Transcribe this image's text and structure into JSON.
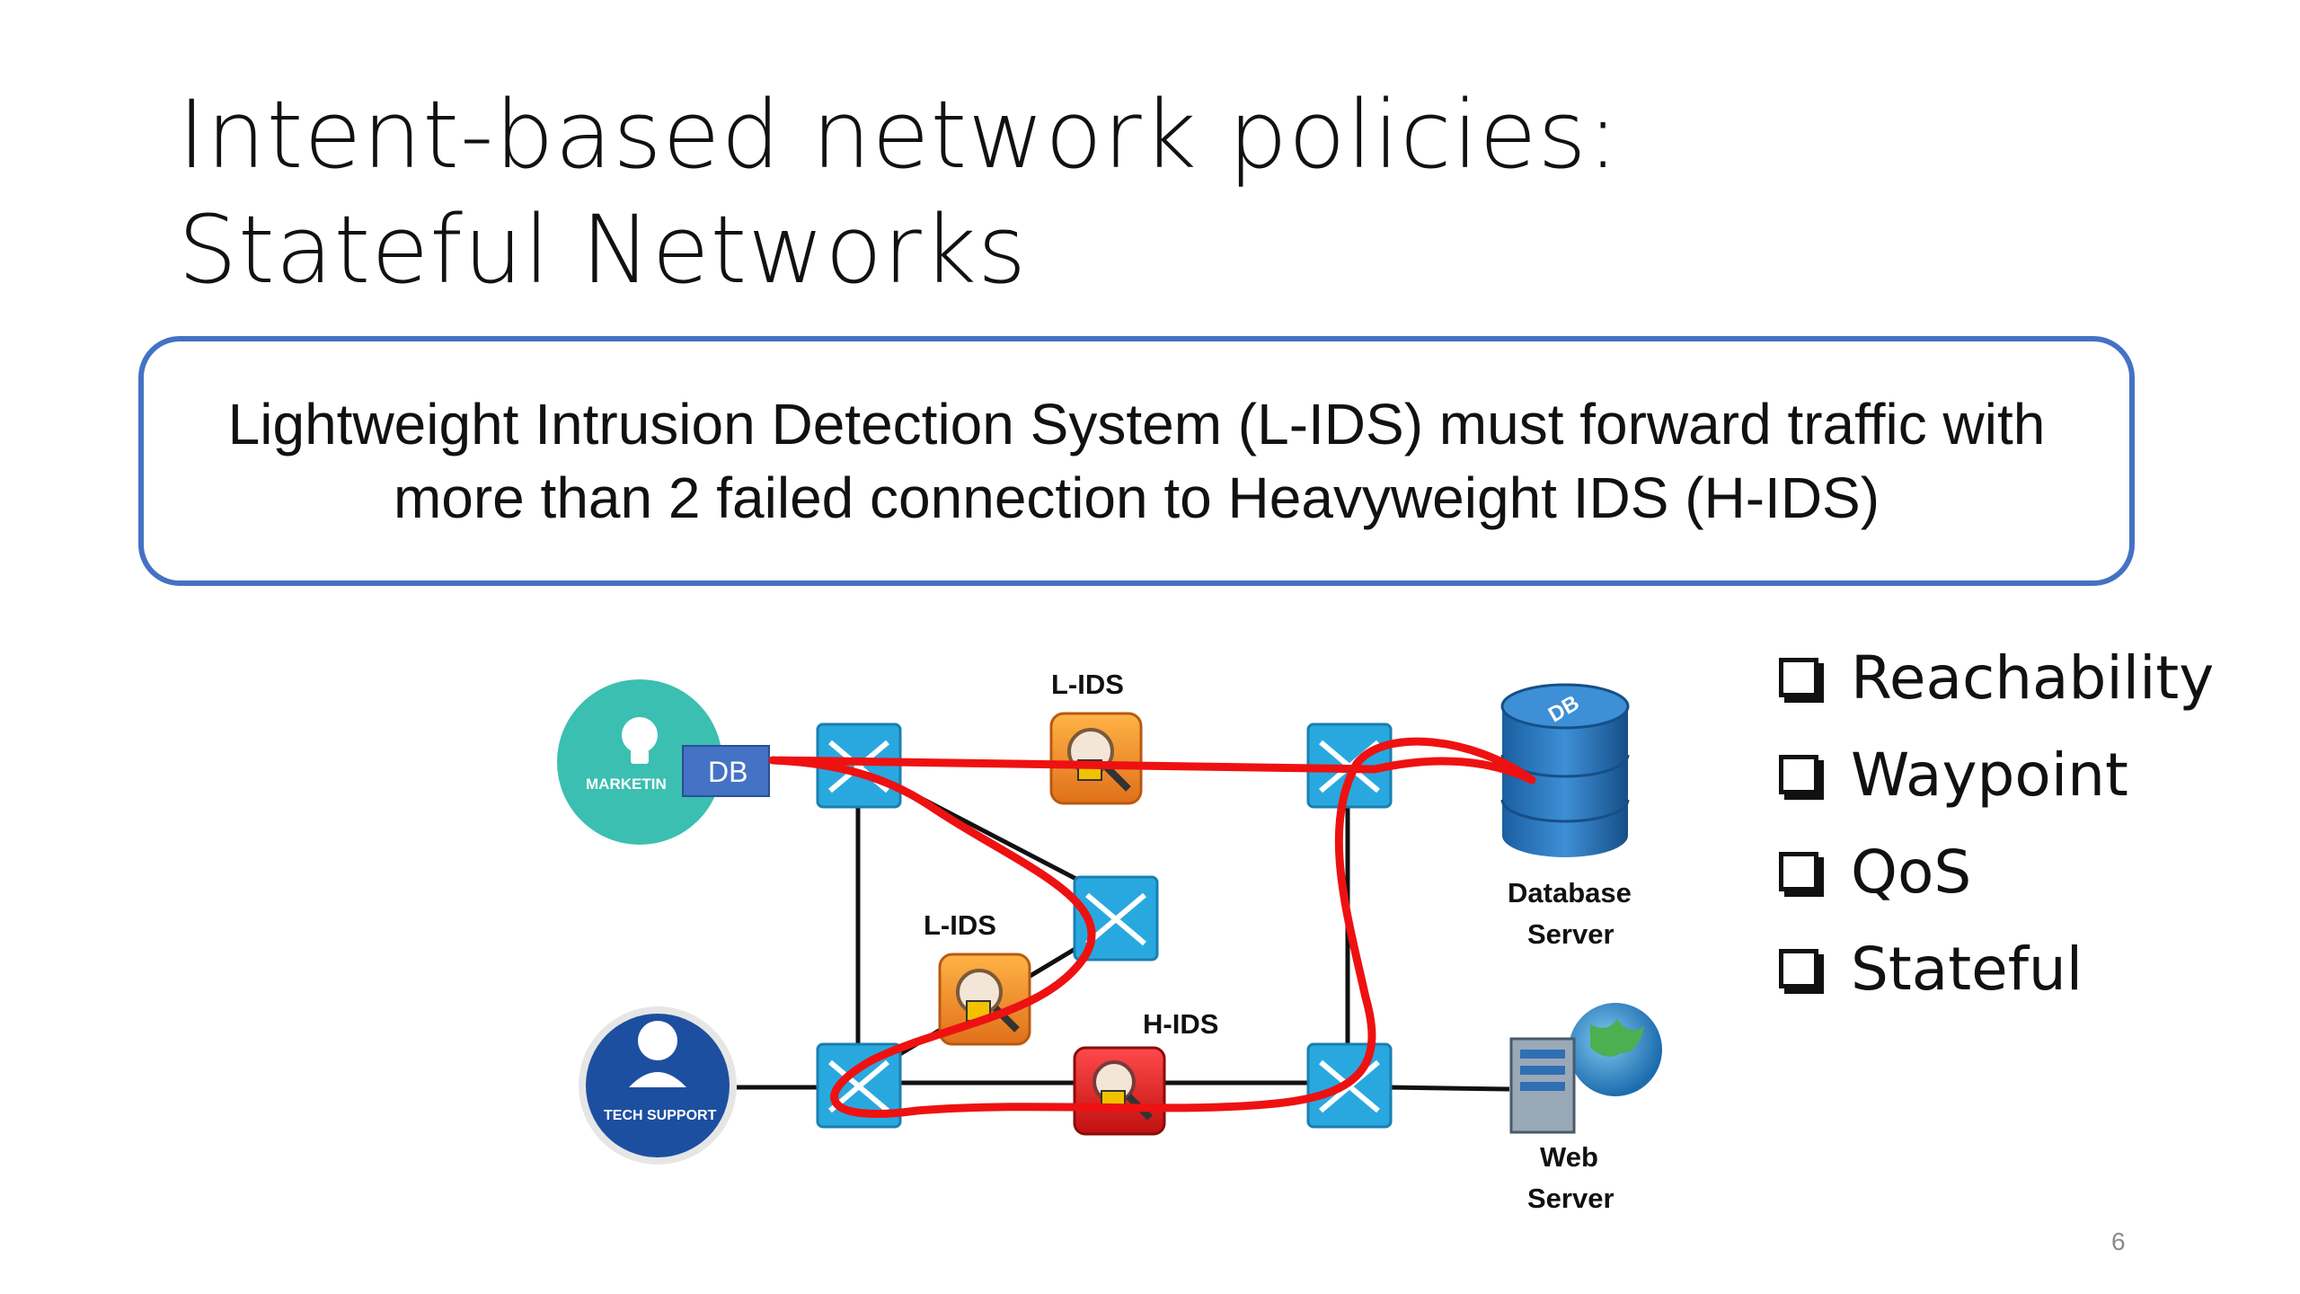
{
  "slide": {
    "title": "Intent-based network policies: Stateful Networks",
    "intent": "Lightweight Intrusion Detection System (L-IDS) must forward traffic with more than 2 failed connection to Heavyweight IDS (H-IDS)",
    "page_number": "6"
  },
  "diagram": {
    "nodes": {
      "marketing": {
        "label": "MARKETIN",
        "tag": "DB"
      },
      "tech_support": {
        "label": "TECH SUPPORT"
      },
      "lids_top": {
        "label": "L-IDS"
      },
      "lids_mid": {
        "label": "L-IDS"
      },
      "hids": {
        "label": "H-IDS"
      },
      "database_server": {
        "label_line1": "Database",
        "label_line2": "Server",
        "icon_text": "DB"
      },
      "web_server": {
        "label_line1": "Web",
        "label_line2": "Server"
      }
    },
    "colors": {
      "switch": "#29a8e0",
      "lids": "#f08a1e",
      "hids": "#dd1c1c",
      "path": "#ee1111",
      "marketing": "#3bbfb1",
      "tech_support": "#1d4fa0",
      "database": "#1f6fb5"
    }
  },
  "checklist": {
    "items": [
      "Reachability",
      "Waypoint",
      "QoS",
      "Stateful"
    ]
  }
}
